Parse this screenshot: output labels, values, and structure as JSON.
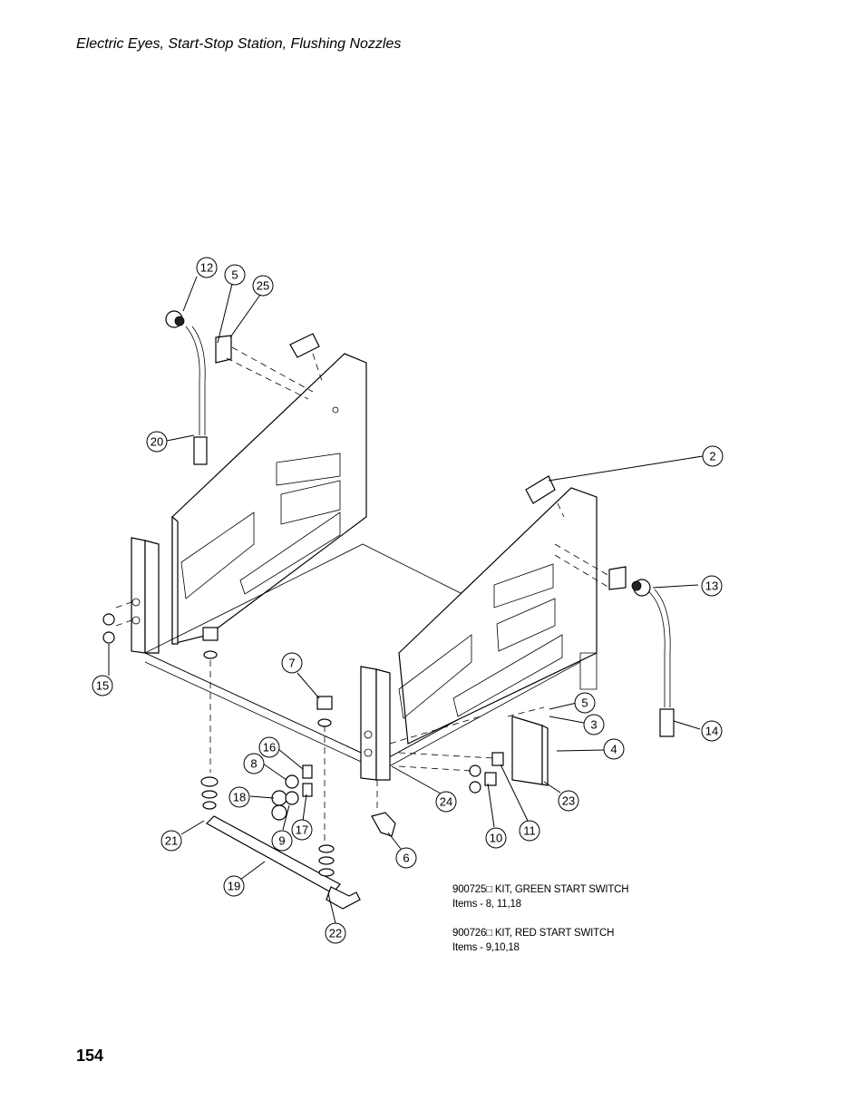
{
  "header": {
    "title": "Electric Eyes, Start-Stop Station, Flushing Nozzles"
  },
  "page": {
    "number": "154"
  },
  "kits": [
    {
      "line1": "900725□ KIT, GREEN START SWITCH",
      "line2": "Items - 8, 11,18"
    },
    {
      "line1": "900726□ KIT, RED START SWITCH",
      "line2": "Items - 9,10,18"
    }
  ],
  "callouts": [
    "12",
    "5",
    "25",
    "20",
    "2",
    "13",
    "14",
    "5",
    "3",
    "4",
    "15",
    "7",
    "16",
    "8",
    "18",
    "9",
    "17",
    "21",
    "19",
    "22",
    "6",
    "24",
    "10",
    "11",
    "23"
  ]
}
